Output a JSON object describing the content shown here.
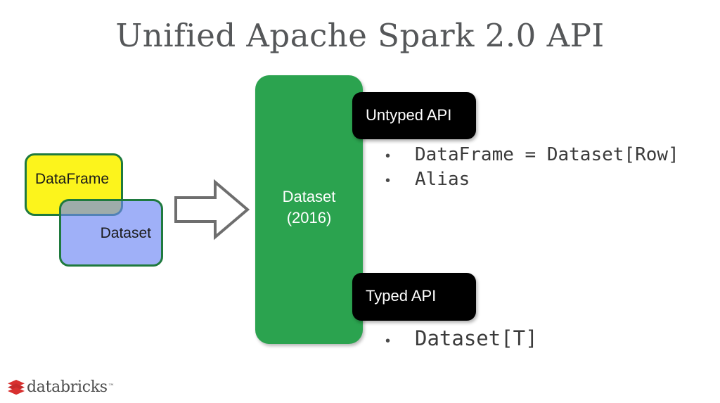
{
  "slide": {
    "title": "Unified Apache Spark 2.0 API",
    "background_color": "#ffffff"
  },
  "venn": {
    "dataframe_box": {
      "label": "DataFrame",
      "fill_color": "#FCF41C",
      "border_color": "#1F7A3E"
    },
    "dataset_box": {
      "label": "Dataset",
      "fill_color": "#6E87F5",
      "border_color": "#1F7A3E"
    },
    "overlap_color": "#889E9C"
  },
  "arrow": {
    "name": "right-arrow",
    "stroke_color": "#6E6E6E",
    "fill_color": "#ffffff"
  },
  "pillar": {
    "line1": "Dataset",
    "line2": "(2016)",
    "fill_color": "#2BA34F",
    "text_color": "#ffffff"
  },
  "untyped": {
    "chip_label": "Untyped API",
    "chip_color": "#000000",
    "bullets": [
      {
        "marker": "•",
        "text": "DataFrame = Dataset[Row]"
      },
      {
        "marker": "•",
        "text": "Alias"
      }
    ]
  },
  "typed": {
    "chip_label": "Typed API",
    "chip_color": "#000000",
    "bullets": [
      {
        "marker": "•",
        "text": "Dataset[T]"
      }
    ]
  },
  "logo": {
    "wordmark": "databricks",
    "trademark": "™",
    "mark_color": "#D8302F",
    "word_color": "#4C4C4C"
  }
}
